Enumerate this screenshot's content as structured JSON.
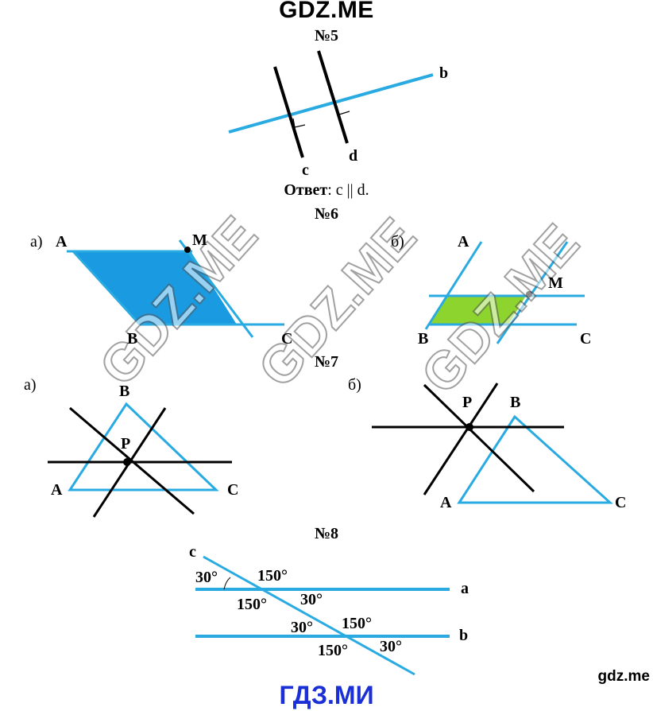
{
  "site_title": "GDZ.ME",
  "tasks": {
    "t5": {
      "heading": "№5",
      "lines": {
        "b": "b",
        "c": "c",
        "d": "d"
      },
      "answer_label": "Ответ",
      "answer_text": ": c || d."
    },
    "t6": {
      "heading": "№6",
      "a": {
        "sub": "а)",
        "A": "A",
        "M": "M",
        "B": "B",
        "C": "C"
      },
      "b": {
        "sub": "б)",
        "A": "A",
        "M": "M",
        "B": "B",
        "C": "C"
      }
    },
    "t7": {
      "heading": "№7",
      "a": {
        "sub": "а)",
        "B": "B",
        "P": "P",
        "A": "A",
        "C": "C"
      },
      "b": {
        "sub": "б)",
        "P": "P",
        "B": "B",
        "A": "A",
        "C": "C"
      }
    },
    "t8": {
      "heading": "№8",
      "line_c": "c",
      "line_a": "a",
      "line_b": "b",
      "angles": [
        "30°",
        "150°",
        "150°",
        "30°",
        "30°",
        "150°",
        "150°",
        "30°"
      ]
    }
  },
  "watermark": "GDZ.ME",
  "footer_site": "gdz.me",
  "footer_brand": "ГДЗ.МИ",
  "colors": {
    "line_blue": "#29abe2",
    "fill_blue": "#1a9ae0",
    "fill_green": "#8dd52e",
    "brand_blue": "#1a2fd6"
  }
}
